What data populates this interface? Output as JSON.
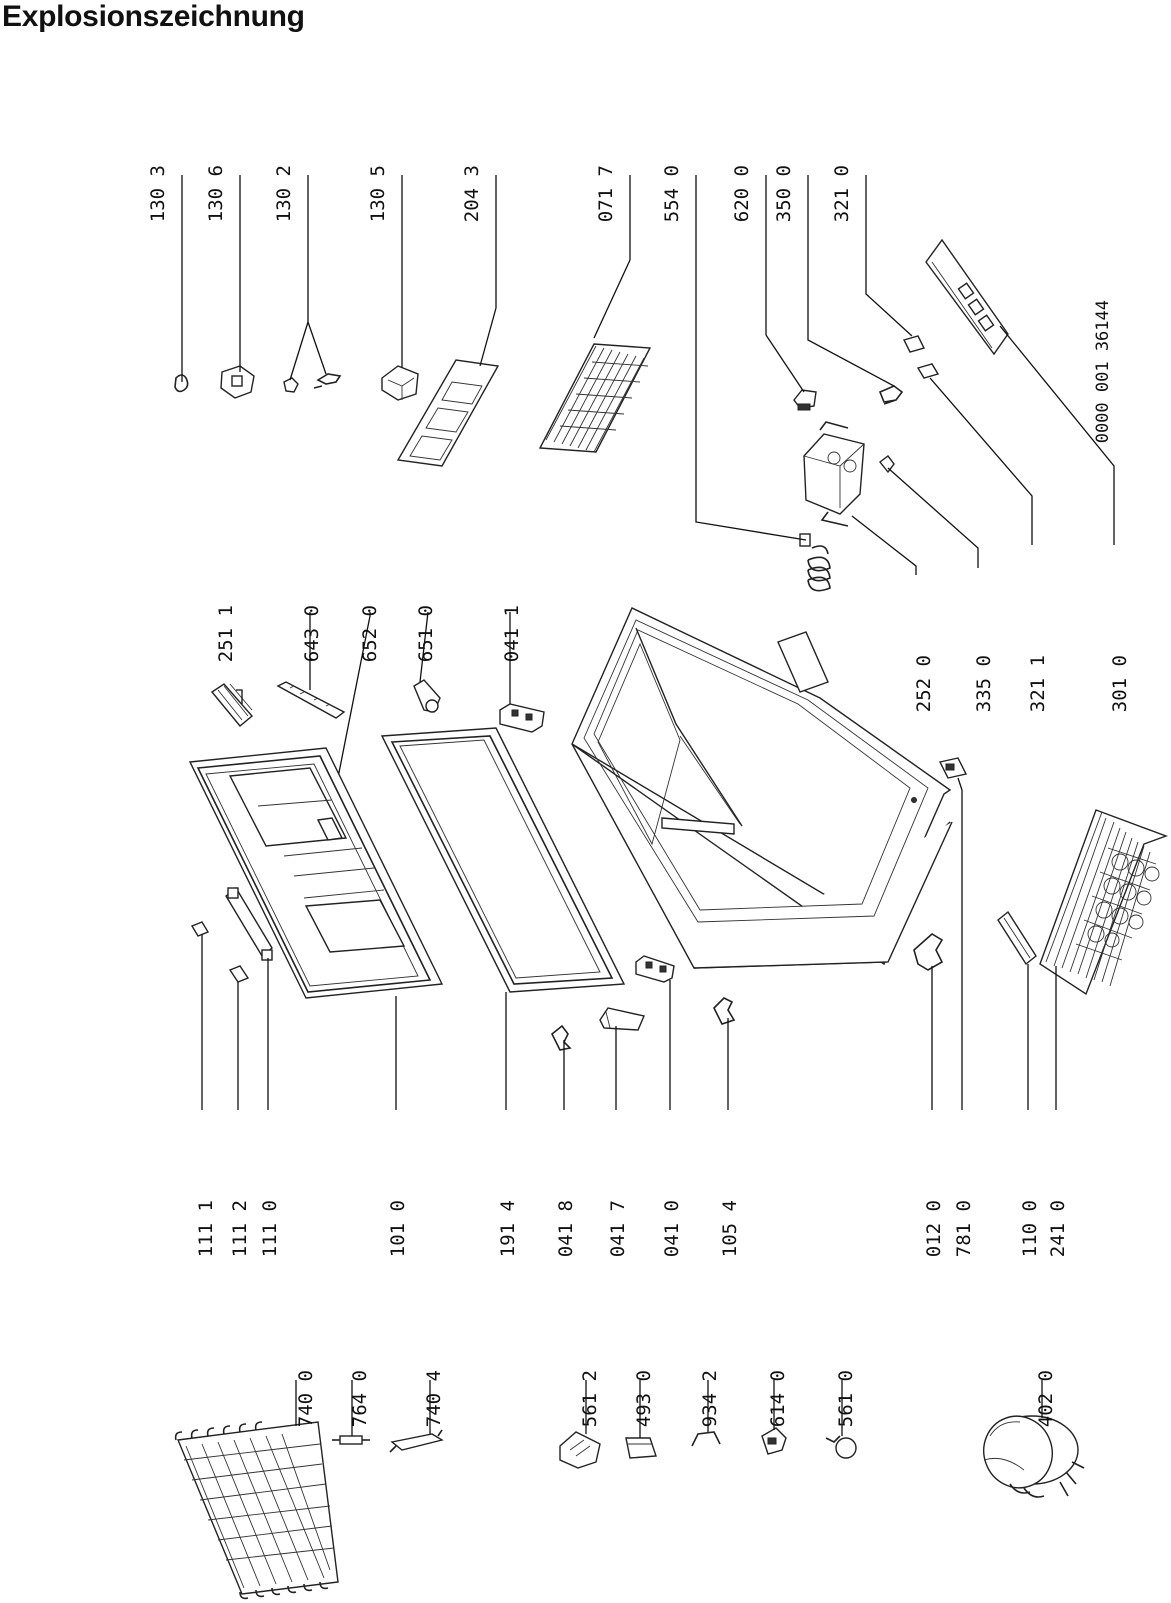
{
  "title": "Explosionszeichnung",
  "drawing_code": "0000 001 36144",
  "labels": {
    "l_1303": "130 3",
    "l_1306": "130 6",
    "l_1302": "130 2",
    "l_1305": "130 5",
    "l_2043": "204 3",
    "l_0717": "071 7",
    "l_5540": "554 0",
    "l_6200": "620 0",
    "l_3500": "350 0",
    "l_3210": "321 0",
    "l_2511": "251 1",
    "l_6430": "643 0",
    "l_6520": "652 0",
    "l_6510": "651 0",
    "l_0411": "041 1",
    "l_2520": "252 0",
    "l_3350": "335 0",
    "l_3211": "321 1",
    "l_3010": "301 0",
    "l_1111": "111 1",
    "l_1112": "111 2",
    "l_1110": "111 0",
    "l_1010": "101 0",
    "l_1914": "191 4",
    "l_0418": "041 8",
    "l_0417": "041 7",
    "l_0410": "041 0",
    "l_1054": "105 4",
    "l_0120": "012 0",
    "l_7810": "781 0",
    "l_1100": "110 0",
    "l_2410": "241 0",
    "l_7400": "740 0",
    "l_7640": "764 0",
    "l_7404": "740 4",
    "l_5612": "561 2",
    "l_4930": "493 0",
    "l_9342": "934 2",
    "l_6140": "614 0",
    "l_5610": "561 0",
    "l_4020": "402 0"
  }
}
